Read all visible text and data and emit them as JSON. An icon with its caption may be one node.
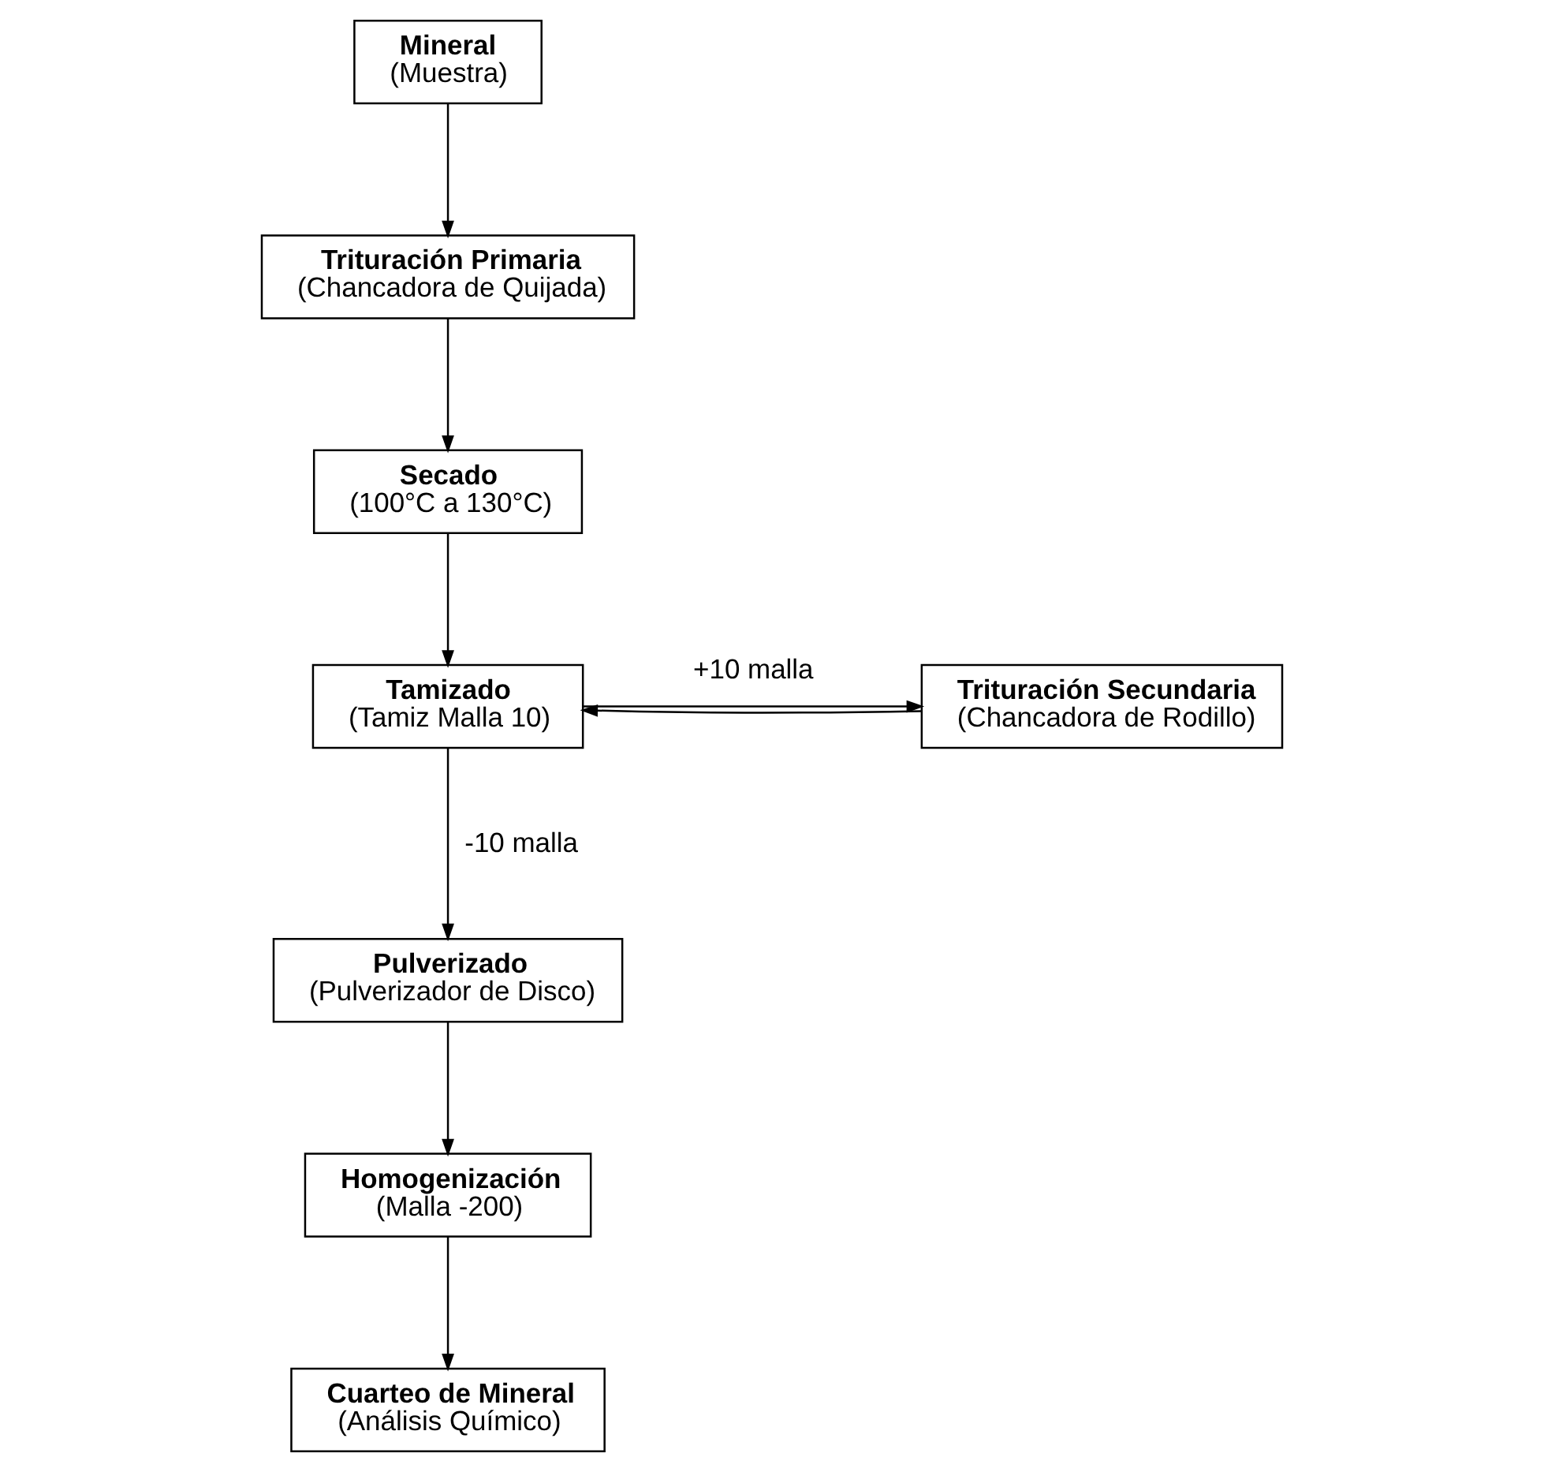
{
  "diagram": {
    "nodes": [
      {
        "text": [
          "Mineral",
          "(Muestra)"
        ]
      },
      {
        "text": [
          "Trituración Primaria",
          "(Chancadora de Quijada)"
        ]
      },
      {
        "text": [
          "Secado",
          "(100°C a 130°C)"
        ]
      },
      {
        "text": [
          "Tamizado",
          "(Tamiz Malla 10)"
        ]
      },
      {
        "text": [
          "Trituración Secundaria",
          "(Chancadora de Rodillo)"
        ]
      },
      {
        "text": [
          "Pulverizado",
          "(Pulverizador de Disco)"
        ]
      },
      {
        "text": [
          "Homogenización",
          "(Malla -200)"
        ]
      },
      {
        "text": [
          "Cuarteo de Mineral",
          "(Análisis Químico)"
        ]
      }
    ],
    "edges": [
      {
        "from": 0,
        "to": 1,
        "arrow": "to"
      },
      {
        "from": 1,
        "to": 2,
        "arrow": "to"
      },
      {
        "from": 2,
        "to": 3,
        "arrow": "to"
      },
      {
        "from": 3,
        "to": 4,
        "arrow": "to",
        "label": "+10 malla"
      },
      {
        "from": 4,
        "to": 3,
        "arrow": "to"
      },
      {
        "from": 3,
        "to": 5,
        "arrow": "to",
        "label": "-10 malla"
      },
      {
        "from": 5,
        "to": 6,
        "arrow": "to"
      },
      {
        "from": 6,
        "to": 7,
        "arrow": "to"
      }
    ]
  }
}
